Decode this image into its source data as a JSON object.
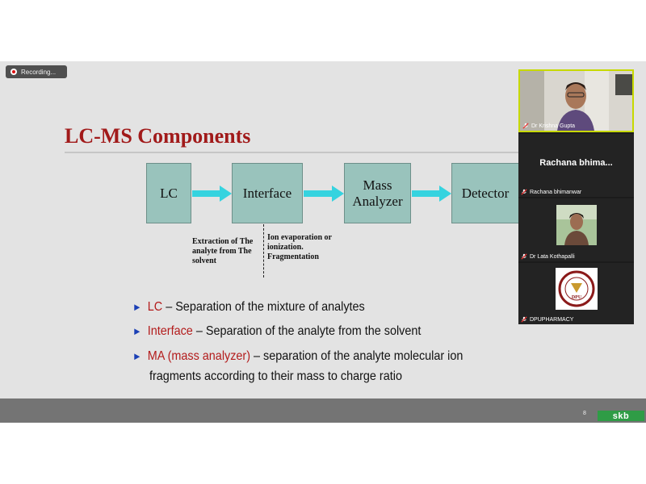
{
  "recording": {
    "label": "Recording..."
  },
  "slide": {
    "title": "LC-MS Components",
    "flow": {
      "boxes": [
        "LC",
        "Interface",
        "Mass Analyzer",
        "Detector"
      ],
      "note_left": "Extraction of The analyte from The solvent",
      "note_right": "Ion evaporation or ionization. Fragmentation"
    },
    "bullets": [
      {
        "key": "LC",
        "text": " – Separation of the mixture of analytes"
      },
      {
        "key": "Interface",
        "text": " – Separation of the analyte from the solvent"
      },
      {
        "key": "MA (mass analyzer)",
        "text": " – separation of the analyte molecular ion"
      }
    ],
    "bullet_continuation": "fragments according to their mass to charge ratio",
    "slide_number": "8",
    "brand": "skb"
  },
  "participants": [
    {
      "name": "Dr Krishna Gupta",
      "video": true,
      "muted": true,
      "active_speaker": true
    },
    {
      "name": "Rachana bhimanwar",
      "display_name": "Rachana bhima...",
      "muted": true
    },
    {
      "name": "Dr Lata Kothapalli",
      "muted": true
    },
    {
      "name": "DPUPHARMACY",
      "muted": true
    }
  ],
  "colors": {
    "title": "#a11a1a",
    "box_fill": "#99c3bc",
    "arrow": "#35d3df",
    "bullet_key": "#b31b1b",
    "active_border": "#c7d900",
    "brand_bg": "#2f9c46"
  },
  "icons": [
    "recording-icon",
    "flow-arrow-icon",
    "bullet-arrow-icon",
    "mic-muted-icon",
    "dpu-logo"
  ]
}
